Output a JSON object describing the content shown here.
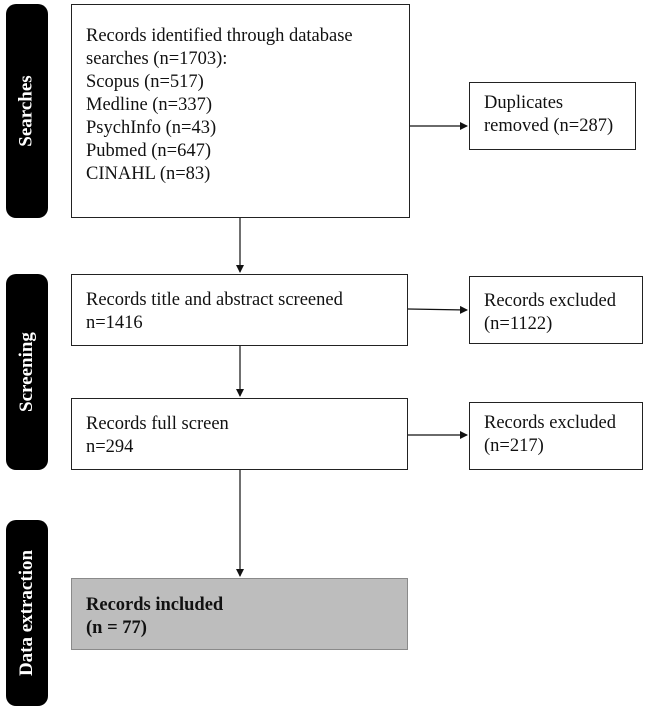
{
  "phases": {
    "searches": "Searches",
    "screening": "Screening",
    "data_extraction": "Data extraction"
  },
  "boxes": {
    "identified": {
      "lines": [
        "Records identified through database",
        "searches (n=1703):",
        "Scopus (n=517)",
        "Medline (n=337)",
        "PsychInfo (n=43)",
        "Pubmed (n=647)",
        "CINAHL (n=83)"
      ]
    },
    "duplicates": {
      "lines": [
        "Duplicates",
        "removed (n=287)"
      ]
    },
    "title_abstract": {
      "lines": [
        "Records title and abstract screened",
        "n=1416"
      ]
    },
    "excluded_1": {
      "lines": [
        "Records excluded",
        "(n=1122)"
      ]
    },
    "full_screen": {
      "lines": [
        "Records full screen",
        "n=294"
      ]
    },
    "excluded_2": {
      "lines": [
        "Records excluded",
        "(n=217)"
      ]
    },
    "included": {
      "lines": [
        "Records included",
        "(n = 77)"
      ]
    }
  },
  "colors": {
    "tab_background": "#000000",
    "tab_text": "#ffffff",
    "included_fill": "#bdbdbd",
    "arrow": "#111111"
  }
}
